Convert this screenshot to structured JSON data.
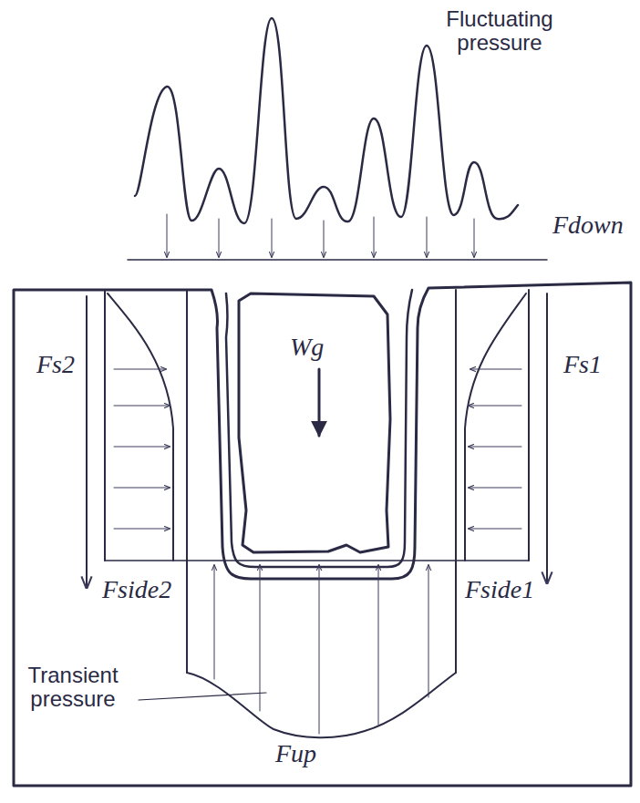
{
  "diagram": {
    "labels": [
      "Fluctuating pressure",
      "Fdown",
      "Wg",
      "Fs2",
      "Fs1",
      "Fside2",
      "Fside1",
      "Transient pressure",
      "Fup"
    ]
  }
}
